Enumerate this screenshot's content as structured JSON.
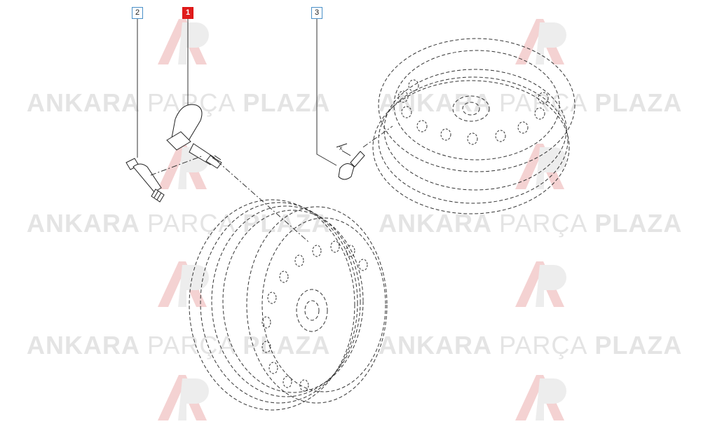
{
  "callouts": [
    {
      "label": "2",
      "active": false
    },
    {
      "label": "1",
      "active": true
    },
    {
      "label": "3",
      "active": false
    }
  ],
  "watermark": {
    "word1": "ANKARA",
    "word2": "PARÇA",
    "word3": "PLAZA"
  },
  "dimension_label": "x",
  "colors": {
    "callout_border": "#4a90c8",
    "callout_active": "#e01b1b",
    "watermark": "#e4e4e4",
    "logo_red": "#f2b8b8"
  }
}
